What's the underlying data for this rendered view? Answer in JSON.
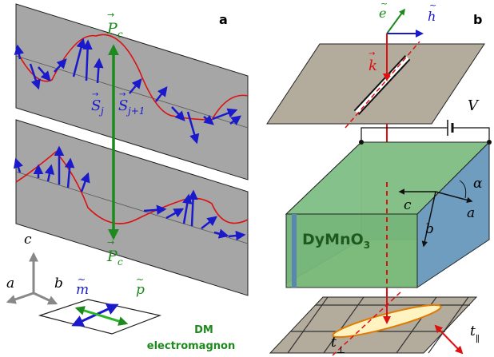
{
  "panel_a": {
    "letter": "a",
    "polarization_top": "P",
    "polarization_top_sub": "c",
    "polarization_bottom": "P",
    "polarization_bottom_sub": "c",
    "spin_j": "S",
    "spin_j_sub": "j",
    "spin_j1": "S",
    "spin_j1_sub": "j+1",
    "axis_c": "c",
    "axis_a": "a",
    "axis_b": "b",
    "m_label": "m",
    "p_label": "p",
    "dm_line1": "DM",
    "dm_line2": "electromagnon"
  },
  "panel_b": {
    "letter": "b",
    "e_label": "e",
    "h_label": "h",
    "k_label": "k",
    "voltage": "V",
    "crystal": "DyMnO",
    "crystal_sub": "3",
    "axis_c": "c",
    "axis_a": "a",
    "axis_b": "b",
    "alpha": "α",
    "t_perp": "t",
    "t_perp_sub": "⊥",
    "t_par": "t",
    "t_par_sub": "∥"
  },
  "colors": {
    "spin_arrow": "#1a1acc",
    "polarization": "#1e8a1e",
    "cycloid": "#dd1111",
    "plane_gray": "#a6a6a6",
    "crystal_green": "#77b877",
    "crystal_side": "#6f9dbf",
    "dm_green": "#1e8a1e",
    "plate_tan": "#b3ab9c"
  },
  "icons": [
    "spin-arrow-icon",
    "polarization-arrow-icon",
    "axis-triad-icon",
    "wave-vector-arrow-icon"
  ]
}
